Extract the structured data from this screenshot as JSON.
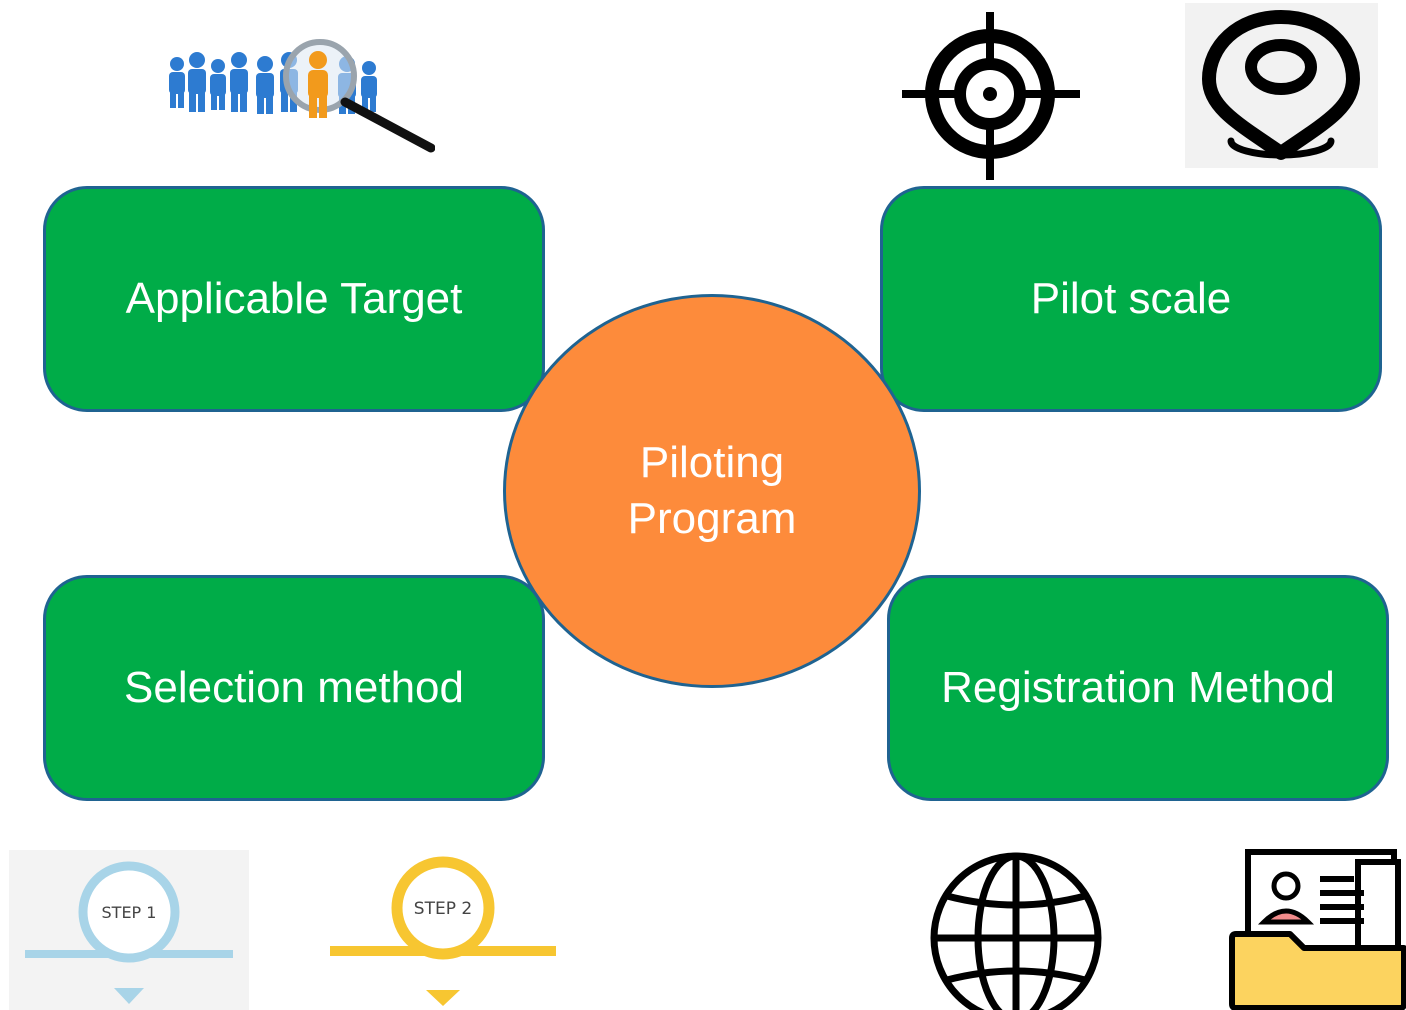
{
  "center": {
    "line1": "Piloting",
    "line2": "Program"
  },
  "boxes": {
    "applicable_target": "Applicable Target",
    "pilot_scale": "Pilot scale",
    "selection_method": "Selection method",
    "registration_method": "Registration Method"
  },
  "step_images": {
    "step1_label": "STEP 1",
    "step2_label": "STEP 2"
  },
  "colors": {
    "box_fill": "#00ac48",
    "box_border": "#1f6391",
    "center_fill": "#fd8b3b",
    "step1_color": "#a8d4e8",
    "step2_color": "#f7c631"
  },
  "icons": {
    "top_left": "people-magnifier-image",
    "top_right_1": "target-crosshair-icon",
    "top_right_2": "location-pin-icon",
    "bottom_left_1": "step-1-icon",
    "bottom_left_2": "step-2-icon",
    "bottom_right_1": "globe-icon",
    "bottom_right_2": "contact-folder-icon"
  }
}
